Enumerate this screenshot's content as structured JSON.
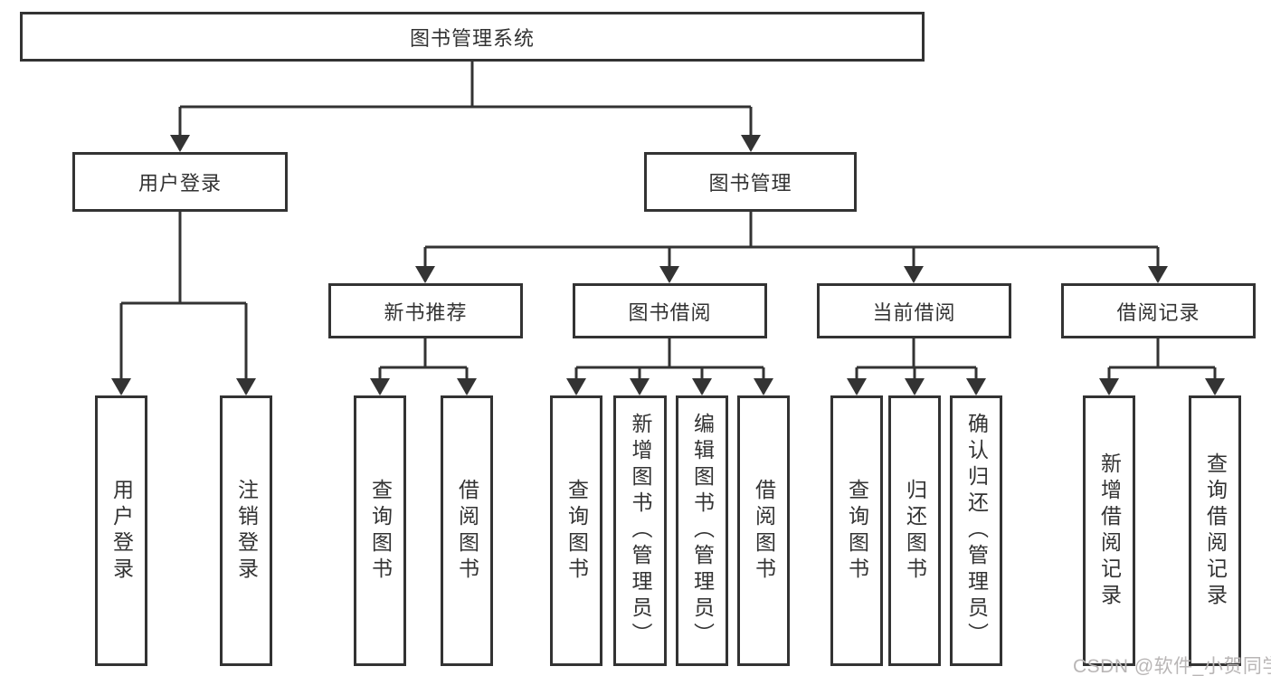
{
  "colors": {
    "line": "#333333",
    "text": "#333333",
    "background": "#ffffff",
    "watermark": "#b9b6b6"
  },
  "watermark": "CSDN @软件_小贺同学",
  "tree": {
    "label": "图书管理系统",
    "children": [
      {
        "label": "用户登录",
        "children": [
          {
            "label": "用户登录"
          },
          {
            "label": "注销登录"
          }
        ]
      },
      {
        "label": "图书管理",
        "children": [
          {
            "label": "新书推荐",
            "children": [
              {
                "label": "查询图书"
              },
              {
                "label": "借阅图书"
              }
            ]
          },
          {
            "label": "图书借阅",
            "children": [
              {
                "label": "查询图书"
              },
              {
                "label": "新增图书（管理员）"
              },
              {
                "label": "编辑图书（管理员）"
              },
              {
                "label": "借阅图书"
              }
            ]
          },
          {
            "label": "当前借阅",
            "children": [
              {
                "label": "查询图书"
              },
              {
                "label": "归还图书"
              },
              {
                "label": "确认归还（管理员）"
              }
            ]
          },
          {
            "label": "借阅记录",
            "children": [
              {
                "label": "新增借阅记录"
              },
              {
                "label": "查询借阅记录"
              }
            ]
          }
        ]
      }
    ]
  }
}
